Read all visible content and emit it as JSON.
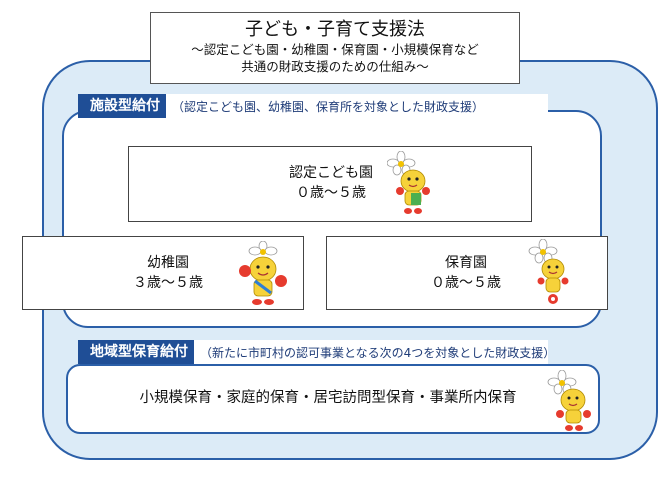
{
  "title": {
    "main": "子ども・子育て支援法",
    "sub1": "～認定こども園・幼稚園・保育園・小規模保育など",
    "sub2": "共通の財政支援のための仕組み～"
  },
  "facility_benefit": {
    "heading": "施設型給付",
    "desc": "（認定こども園、幼稚園、保育所を対象とした財政支援）"
  },
  "facilities": {
    "nintei": {
      "name": "認定こども園",
      "ages": "０歳～５歳"
    },
    "yochien": {
      "name": "幼稚園",
      "ages": "３歳～５歳"
    },
    "hoikuen": {
      "name": "保育園",
      "ages": "０歳～５歳"
    }
  },
  "regional_benefit": {
    "heading": "地域型保育給付",
    "desc": "（新たに市町村の認可事業となる次の4つを対象とした財政支援）",
    "services": "小規模保育・家庭的保育・居宅訪問型保育・事業所内保育"
  },
  "colors": {
    "navy": "#1f4e96",
    "light_blue": "#dcebf7",
    "border_blue": "#2b5fa8"
  },
  "icons": [
    "mascot-flower-character-icon"
  ]
}
